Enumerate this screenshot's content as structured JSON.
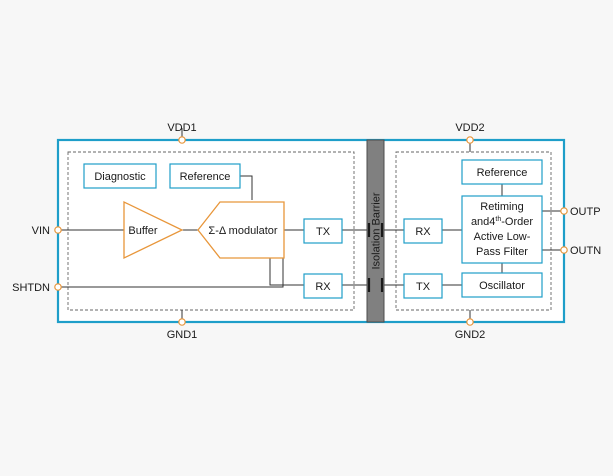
{
  "colors": {
    "background": "#f7f7f7",
    "chip_border": "#1e9ec9",
    "block_border": "#1e9ec9",
    "amp_triangle": "#e8963a",
    "pin_marker": "#e8963a",
    "barrier_fill": "#808080",
    "wire": "#333333"
  },
  "pins": {
    "vdd1": "VDD1",
    "gnd1": "GND1",
    "vdd2": "VDD2",
    "gnd2": "GND2",
    "vin": "VIN",
    "shtdn": "SHTDN",
    "outp": "OUTP",
    "outn": "OUTN"
  },
  "blocks": {
    "diagnostic": "Diagnostic",
    "reference_left": "Reference",
    "buffer": "Buffer",
    "modulator": "Σ-Δ modulator",
    "tx_left": "TX",
    "rx_left": "RX",
    "barrier": "Isolation Barrier",
    "rx_right": "RX",
    "tx_right": "TX",
    "reference_right": "Reference",
    "filter_line1": "Retiming",
    "filter_line2_prefix": "and4",
    "filter_line2_sup": "th",
    "filter_line2_suffix": "-Order",
    "filter_line3": "Active Low-",
    "filter_line4": "Pass Filter",
    "oscillator": "Oscillator"
  }
}
